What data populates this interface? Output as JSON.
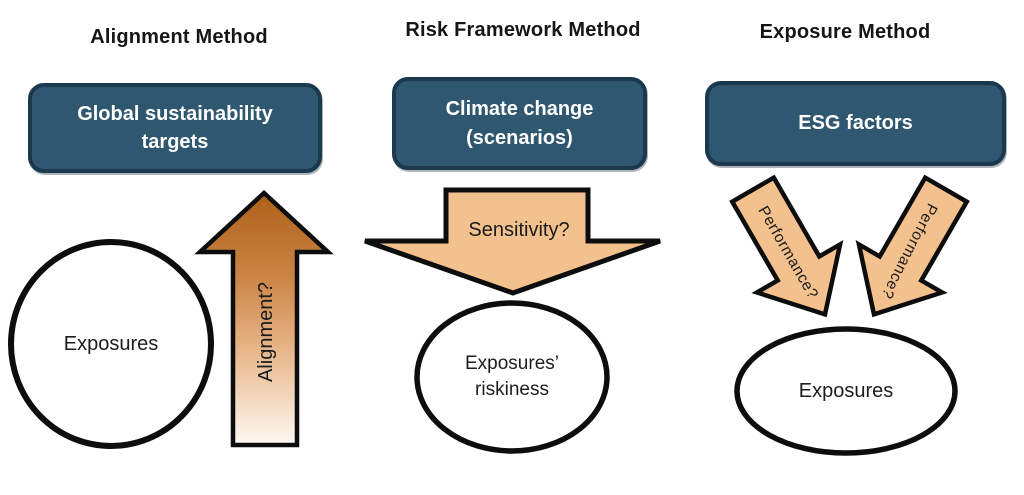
{
  "colors": {
    "background": "#FFFFFF",
    "box_fill": "#2F5770",
    "box_border": "#1B394E",
    "box_text": "#FFFFFF",
    "arrow_fill": "#F3C18D",
    "arrow_stroke": "#0D0D0D",
    "shape_stroke": "#0D0D0D",
    "shape_fill": "#FFFFFF",
    "title_text": "#161616",
    "gradient_top": "#AE6019",
    "gradient_mid1": "#C98343",
    "gradient_mid2": "#E7B588",
    "gradient_bottom": "#FDF9F3"
  },
  "columns": [
    {
      "title": "Alignment Method",
      "box_label": "Global sustainability\ntargets",
      "arrow_label": "Alignment?",
      "shape_label": "Exposures"
    },
    {
      "title": "Risk Framework Method",
      "box_label": "Climate change\n(scenarios)",
      "arrow_label": "Sensitivity?",
      "shape_label": "Exposures’\nriskiness"
    },
    {
      "title": "Exposure Method",
      "box_label": "ESG factors",
      "arrow_label_left": "Performance?",
      "arrow_label_right": "Performance?",
      "shape_label": "Exposures"
    }
  ]
}
